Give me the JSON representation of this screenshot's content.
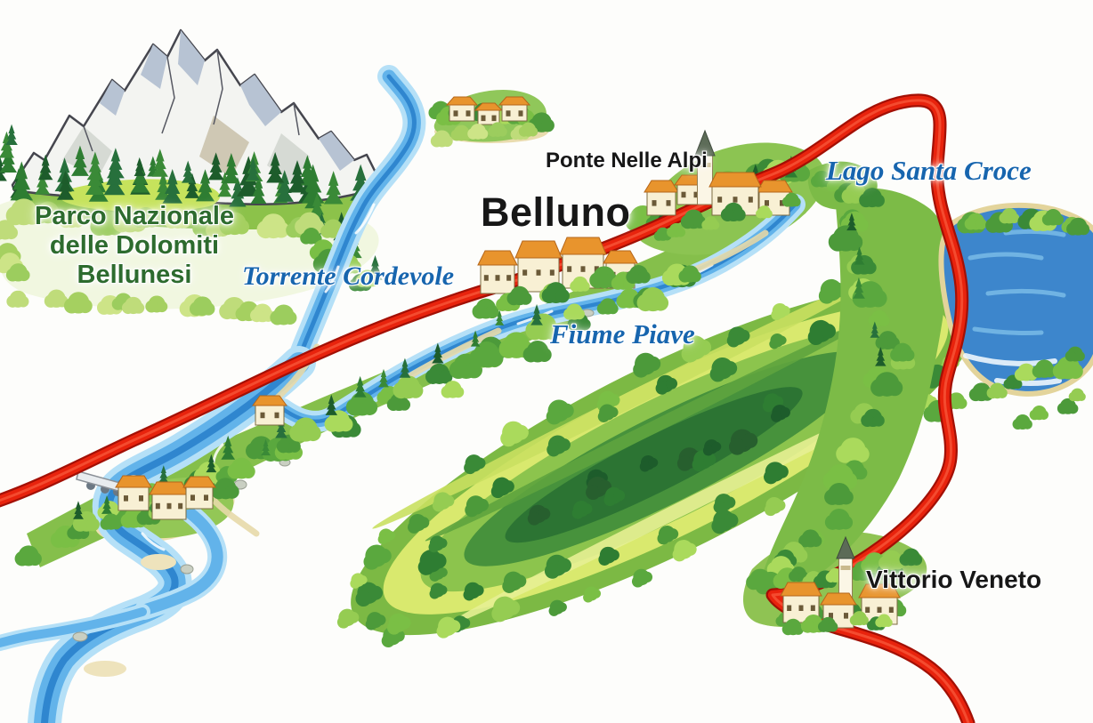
{
  "map": {
    "labels": {
      "park": {
        "line1": "Parco Nazionale",
        "line2": "delle Dolomiti",
        "line3": "Bellunesi"
      },
      "torrente_cordevole": "Torrente Cordevole",
      "belluno": "Belluno",
      "ponte_nelle_alpi": "Ponte Nelle Alpi",
      "lago_santa_croce": "Lago Santa Croce",
      "fiume_piave": "Fiume Piave",
      "vittorio_veneto": "Vittorio Veneto"
    },
    "colors": {
      "road": "#e8230d",
      "road_edge": "#a31005",
      "road_gloss": "#ff7452",
      "river_light": "#b5e0f7",
      "river_mid": "#62b3ea",
      "river_core": "#2f86cf",
      "lake": "#3d86cc",
      "lake_streak": "#79bce8",
      "shore_sand": "#e3d49b",
      "field_yellow": "#d9e96e",
      "forest_dark": "#2e7d32",
      "label_park": "#2d6b2e",
      "label_water": "#1765ae",
      "label_town": "#171717"
    }
  }
}
